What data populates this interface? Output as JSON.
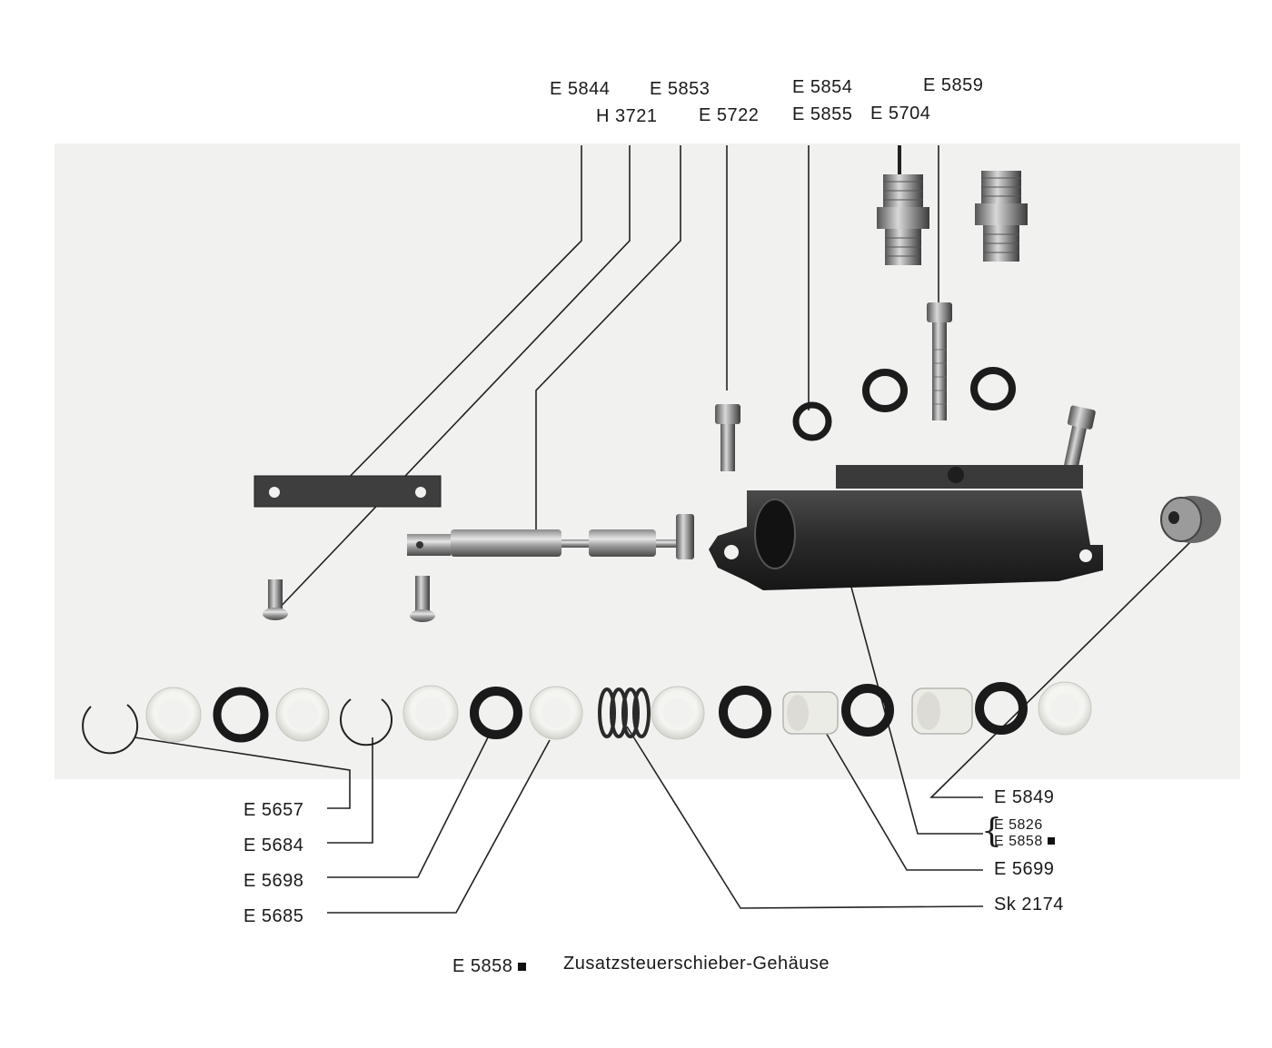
{
  "top_labels": {
    "e5844": "E 5844",
    "e5853": "E 5853",
    "e5854": "E 5854",
    "e5859": "E 5859",
    "h3721": "H 3721",
    "e5722": "E 5722",
    "e5855": "E 5855",
    "e5704": "E 5704"
  },
  "left_labels": {
    "e5657": "E 5657",
    "e5684": "E 5684",
    "e5698": "E 5698",
    "e5685": "E 5685"
  },
  "right_labels": {
    "e5849": "E 5849",
    "e5826": "E 5826",
    "e5858": "E 5858",
    "e5699": "E 5699",
    "sk2174": "Sk 2174"
  },
  "caption": {
    "code": "E 5858",
    "text": "Zusatzsteuerschieber-Gehäuse"
  }
}
